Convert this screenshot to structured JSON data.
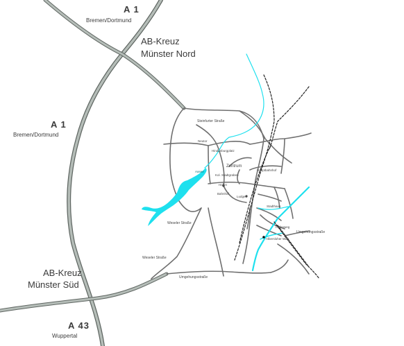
{
  "highways": {
    "a1_top": {
      "name": "A 1",
      "sub": "Bremen/Dortmund"
    },
    "a1_left": {
      "name": "A 1",
      "sub": "Bremen/Dortmund"
    },
    "a43": {
      "name": "A 43",
      "sub": "Wuppertal"
    }
  },
  "junctions": {
    "nord": {
      "line1": "AB-Kreuz",
      "line2": "Münster Nord"
    },
    "sued": {
      "line1": "AB-Kreuz",
      "line2": "Münster Süd"
    }
  },
  "streets": {
    "steinfurter": "Steinfurter Straße",
    "weseler1": "Weseler Straße",
    "weseler2": "Weseler Straße",
    "umgehung_se": "Umgehungsstraße",
    "umgehung_s": "Umgehungsstraße"
  },
  "places": {
    "zentrum": "Zentrum",
    "aasee": "Aasee",
    "neutor": "Neutor",
    "hindenburg": "Hindenburgplatz",
    "kol": "Kol. Stadtgraben",
    "hafen": "Hafen",
    "bahnhof": "Bahnhof",
    "ludgeri": "Ludgeri",
    "hbf": "Hauptbahnhof",
    "stadthaus": "Stadthaus",
    "hafenweg": "Hafenweg",
    "albersloher": "Albersloher Weg"
  },
  "colors": {
    "road": "#7a7a7a",
    "autobahn": "#9aa39d",
    "water": "#1ee0ee",
    "rail": "#222222"
  }
}
